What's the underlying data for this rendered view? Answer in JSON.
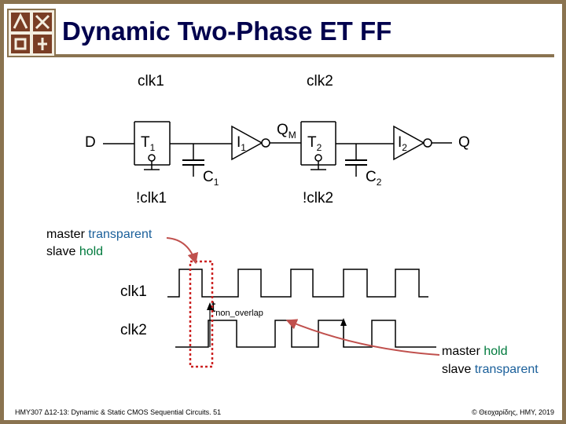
{
  "slide": {
    "title": "Dynamic Two-Phase ET FF",
    "footer_left": "HMY307 Δ12-13: Dynamic & Static CMOS Sequential Circuits. 51",
    "footer_right": "© Θεοχαρίδης, HMY, 2019"
  },
  "circuit": {
    "clk1_label": "clk1",
    "clk2_label": "clk2",
    "not_clk1_label": "!clk1",
    "not_clk2_label": "!clk2",
    "input_label": "D",
    "output_label": "Q",
    "qm_label": "Q",
    "qm_sub": "M",
    "t1_label": "T",
    "t1_sub": "1",
    "t2_label": "T",
    "t2_sub": "2",
    "i1_label": "I",
    "i1_sub": "1",
    "i2_label": "I",
    "i2_sub": "2",
    "c1_label": "C",
    "c1_sub": "1",
    "c2_label": "C",
    "c2_sub": "2"
  },
  "notes": {
    "phase1_master": "master",
    "phase1_master_state": "transparent",
    "phase1_slave": "slave",
    "phase1_slave_state": "hold",
    "phase2_master": "master",
    "phase2_master_state": "hold",
    "phase2_slave": "slave",
    "phase2_slave_state": "transparent"
  },
  "timing": {
    "clk1_label": "clk1",
    "clk2_label": "clk2",
    "t_label": "t",
    "t_sub": "non_overlap"
  },
  "colors": {
    "title": "#00004d",
    "frame": "#8a7350",
    "green": "#007a3d",
    "blue": "#1a5f9a",
    "arrow": "#c0504d",
    "dashed_box": "#cc2222",
    "line": "#000000"
  }
}
